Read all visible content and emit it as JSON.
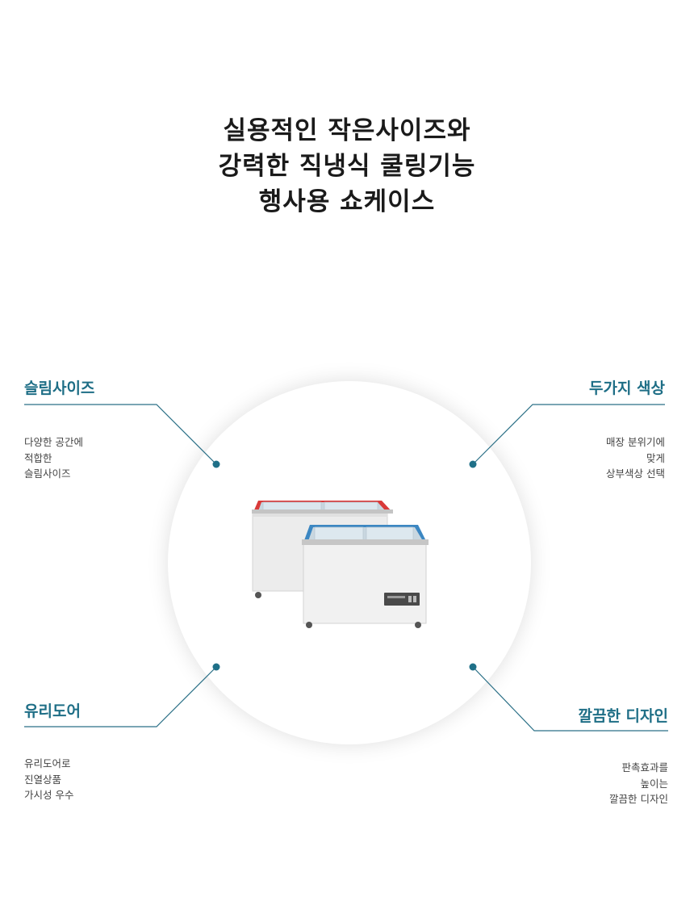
{
  "headline": [
    "실용적인 작은사이즈와",
    "강력한 직냉식 쿨링기능",
    "행사용 쇼케이스"
  ],
  "features": {
    "slim_size": {
      "title": "슬림사이즈",
      "lines": [
        "다양한 공간에",
        "적합한",
        "슬림사이즈"
      ]
    },
    "two_colors": {
      "title": "두가지 색상",
      "lines": [
        "매장 분위기에",
        "맞게",
        "상부색상 선택"
      ]
    },
    "glass_door": {
      "title": "유리도어",
      "lines": [
        "유리도어로",
        "진열상품",
        "가시성 우수"
      ]
    },
    "clean_design": {
      "title": "깔끔한 디자인",
      "lines": [
        "판촉효과를",
        "높이는",
        "깔끔한 디자인"
      ]
    }
  },
  "colors": {
    "accent": "#1e6e86",
    "lid_red": "#d93a3a",
    "lid_blue": "#3c87c2"
  }
}
